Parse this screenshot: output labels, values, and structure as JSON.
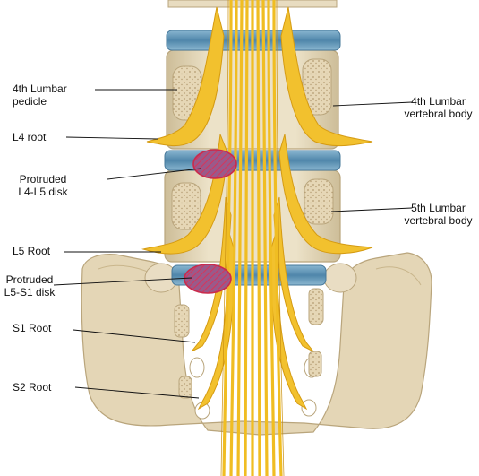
{
  "labels": {
    "lumbar4_pedicle": [
      "4th Lumbar",
      "pedicle"
    ],
    "l4_root": "L4 root",
    "protruded_l4l5": [
      "Protruded",
      "L4-L5 disk"
    ],
    "l5_root": "L5 Root",
    "protruded_l5s1": [
      "Protruded",
      "L5-S1 disk"
    ],
    "s1_root": "S1 Root",
    "s2_root": "S2 Root",
    "lumbar4_body": [
      "4th Lumbar",
      "vertebral body"
    ],
    "lumbar5_body": [
      "5th Lumbar",
      "vertebral body"
    ]
  },
  "colors": {
    "bone": "#e8dcc0",
    "bone_shadow": "#cbb991",
    "disk": "#5f93b4",
    "nerve": "#f2c12e",
    "nerve_edge": "#d59b12",
    "herniation": "#b63a55"
  }
}
